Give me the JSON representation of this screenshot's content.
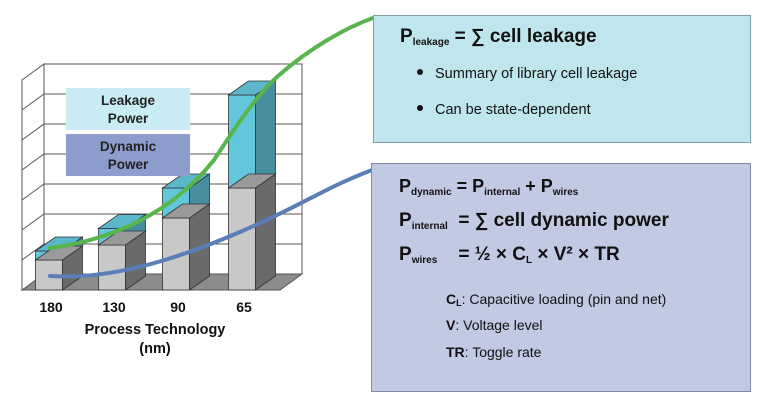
{
  "chart_data": {
    "type": "bar",
    "categories": [
      "180",
      "130",
      "90",
      "65"
    ],
    "series": [
      {
        "name": "Dynamic Power",
        "values": [
          1.0,
          1.5,
          2.4,
          3.4
        ]
      },
      {
        "name": "Leakage Power",
        "values": [
          0.3,
          0.55,
          1.0,
          3.1
        ]
      }
    ],
    "xlabel": "Process Technology (nm)",
    "ylim": [
      0,
      7
    ],
    "grid": true,
    "legend_placement": "top-left",
    "legend": [
      "Leakage Power",
      "Dynamic Power"
    ],
    "legend_lines": [
      [
        "Leakage",
        "Power"
      ],
      [
        "Dynamic",
        "Power"
      ]
    ],
    "xlabel_lines": [
      "Process Technology",
      "(nm)"
    ],
    "colors": {
      "leakage": "#63c7dc",
      "dynamic": "#c8c8c8",
      "leak_curve": "#58b54e",
      "dyn_curve": "#5a7fb8",
      "leak_legend": "#c9ebf3",
      "dyn_legend": "#8e9ccd"
    }
  },
  "leakage_box": {
    "eq_base": "P",
    "eq_sub": "leakage",
    "eq_rest": " = ∑ cell leakage",
    "bullets": [
      "Summary of library cell leakage",
      "Can be state-dependent"
    ]
  },
  "dynamic_box": {
    "eq1": {
      "base": "P",
      "sub": "dynamic",
      "mid": " = P",
      "sub2": "internal",
      "mid2": " + P",
      "sub3": "wires"
    },
    "eq2": {
      "base": "P",
      "sub": "internal",
      "rest": "  = ∑ cell dynamic power"
    },
    "eq3": {
      "base": "P",
      "sub": "wires",
      "rest": "    = ½ × C",
      "sub2": "L",
      "rest2": " × V² × TR"
    },
    "defs": [
      {
        "term": "C",
        "term_sub": "L",
        "text": ": Capacitive loading (pin and net)"
      },
      {
        "term": "V",
        "term_sub": "",
        "text": ": Voltage level"
      },
      {
        "term": "TR",
        "term_sub": "",
        "text": ": Toggle rate"
      }
    ]
  }
}
